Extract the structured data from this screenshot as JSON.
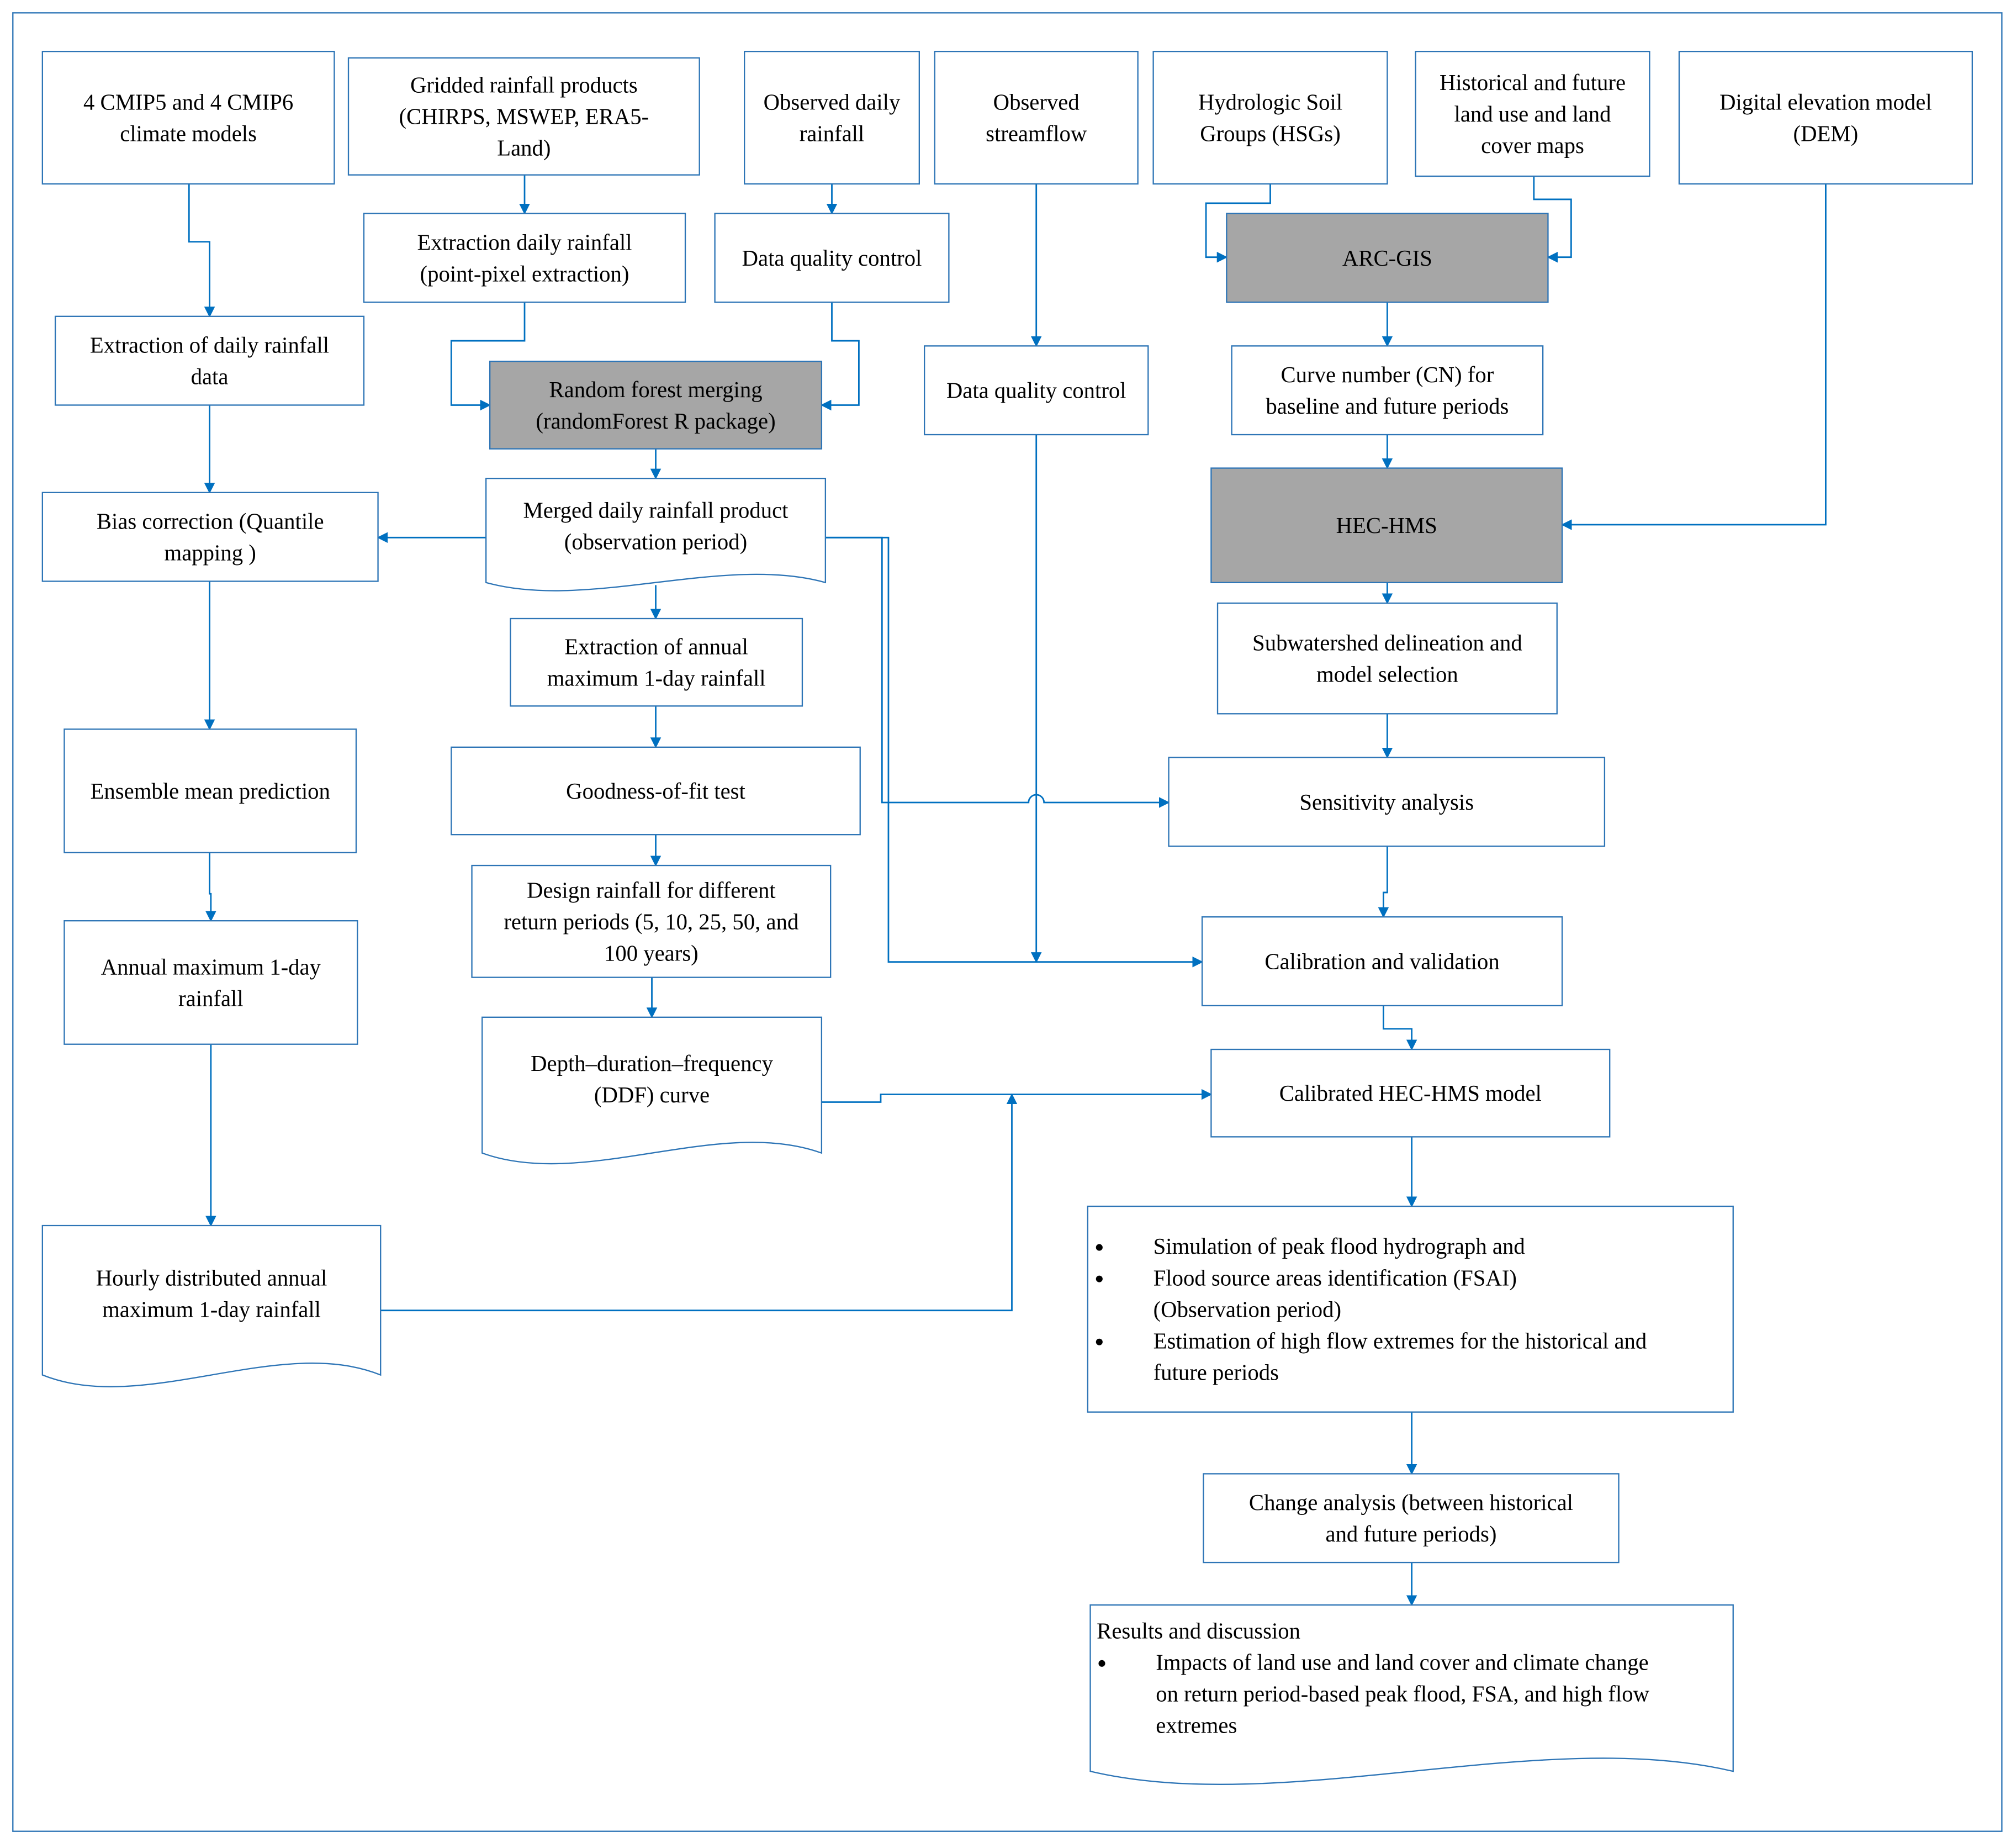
{
  "colors": {
    "box_border": "#2e75b6",
    "arrow": "#0070c0",
    "highlight_fill": "#a6a6a6"
  },
  "nodes": {
    "cmip": {
      "lines": [
        "4 CMIP5 and 4 CMIP6",
        "climate models"
      ]
    },
    "gridded": {
      "lines": [
        "Gridded rainfall products",
        "(CHIRPS, MSWEP, ERA5-",
        "Land)"
      ]
    },
    "obsRain": {
      "lines": [
        "Observed daily",
        "rainfall"
      ]
    },
    "obsFlow": {
      "lines": [
        "Observed",
        "streamflow"
      ]
    },
    "hsg": {
      "lines": [
        "Hydrologic Soil",
        "Groups (HSGs)"
      ]
    },
    "lulc": {
      "lines": [
        "Historical and future",
        "land use and land",
        "cover maps"
      ]
    },
    "dem": {
      "lines": [
        "Digital elevation model",
        "(DEM)"
      ]
    },
    "extractGrid": {
      "lines": [
        "Extraction daily rainfall",
        "(point-pixel extraction)"
      ]
    },
    "dqc1": {
      "lines": [
        "Data quality control"
      ]
    },
    "arcgis": {
      "lines": [
        "ARC-GIS"
      ]
    },
    "extractDaily": {
      "lines": [
        "Extraction of daily rainfall",
        "data"
      ]
    },
    "rf": {
      "lines": [
        "Random forest merging",
        "(randomForest R package)"
      ]
    },
    "dqc2": {
      "lines": [
        "Data quality control"
      ]
    },
    "cn": {
      "lines": [
        "Curve number (CN) for",
        "baseline and future periods"
      ]
    },
    "bias": {
      "lines": [
        "Bias correction (Quantile",
        "mapping )"
      ]
    },
    "merged": {
      "lines": [
        "Merged daily rainfall product",
        "(observation period)"
      ]
    },
    "hechms": {
      "lines": [
        "HEC-HMS"
      ]
    },
    "extractAnnual": {
      "lines": [
        "Extraction of annual",
        "maximum 1-day rainfall"
      ]
    },
    "subwatershed": {
      "lines": [
        "Subwatershed delineation and",
        "model selection"
      ]
    },
    "ensemble": {
      "lines": [
        "Ensemble mean prediction"
      ]
    },
    "gof": {
      "lines": [
        "Goodness-of-fit test"
      ]
    },
    "sensitivity": {
      "lines": [
        "Sensitivity analysis"
      ]
    },
    "design": {
      "lines": [
        "Design rainfall for different",
        "return periods (5, 10, 25, 50, and",
        "100 years)"
      ]
    },
    "annual": {
      "lines": [
        "Annual maximum 1-day",
        "rainfall"
      ]
    },
    "calib": {
      "lines": [
        "Calibration and validation"
      ]
    },
    "ddf": {
      "lines": [
        "Depth–duration–frequency",
        "(DDF) curve"
      ]
    },
    "calibrated": {
      "lines": [
        "Calibrated HEC-HMS model"
      ]
    },
    "hourly": {
      "lines": [
        "Hourly distributed annual",
        "maximum 1-day rainfall"
      ]
    },
    "change": {
      "lines": [
        "Change analysis (between historical",
        "and future periods)"
      ]
    },
    "simulation": {
      "bullets": [
        {
          "lines": [
            "Simulation of peak flood hydrograph  and"
          ]
        },
        {
          "lines": [
            " Flood source areas identification (FSAI)",
            "(Observation period)"
          ]
        },
        {
          "lines": [
            "Estimation of high flow extremes for the historical and",
            "future periods"
          ]
        }
      ]
    },
    "results": {
      "heading": "Results and discussion",
      "bullets": [
        {
          "lines": [
            "Impacts of land use and land cover and climate change",
            "on return period-based peak flood, FSA, and high flow",
            "extremes"
          ]
        }
      ]
    }
  }
}
